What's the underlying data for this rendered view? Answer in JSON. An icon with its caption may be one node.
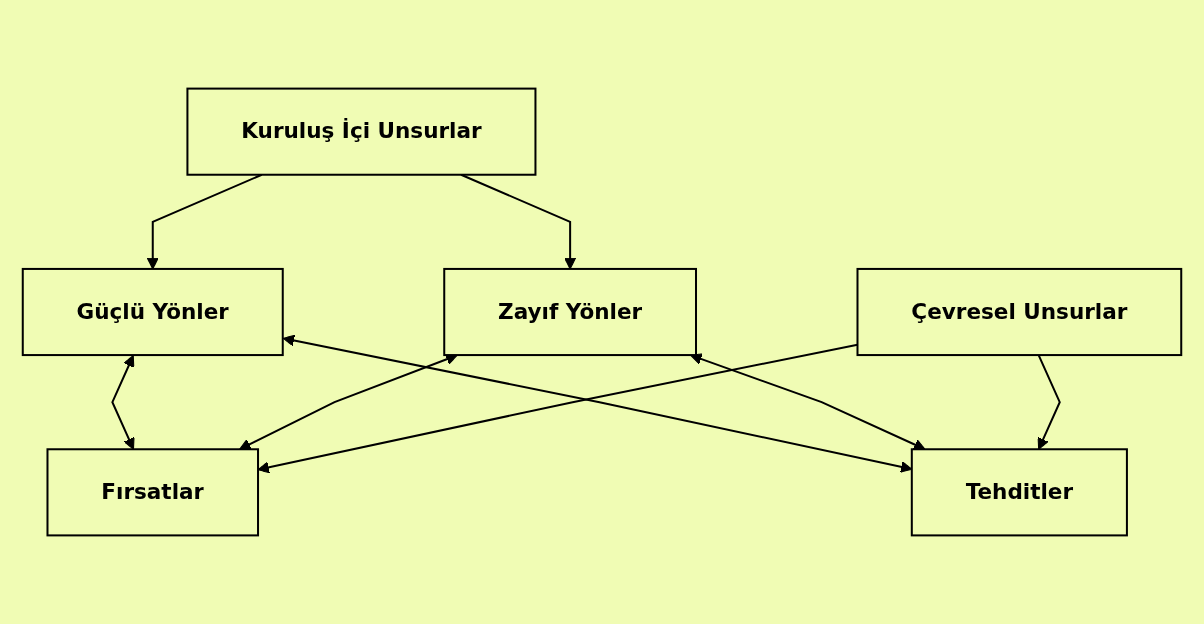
{
  "diagram": {
    "nodes": [
      {
        "text": [
          "Kuruluş İçi Unsurlar"
        ]
      },
      {
        "text": [
          "Güçlü Yönler"
        ]
      },
      {
        "text": [
          "Zayıf Yönler"
        ]
      },
      {
        "text": [
          "Fırsatlar"
        ]
      },
      {
        "text": [
          "Tehditler"
        ]
      },
      {
        "text": [
          "Çevresel Unsurlar"
        ]
      }
    ],
    "edges": [
      {
        "from": 0,
        "to": 1,
        "arrow": "to"
      },
      {
        "from": 0,
        "to": 2,
        "arrow": "to"
      },
      {
        "from": 1,
        "to": 3,
        "arrow": "both"
      },
      {
        "from": 1,
        "to": 4,
        "arrow": "both"
      },
      {
        "from": 2,
        "to": 3,
        "arrow": "both"
      },
      {
        "from": 2,
        "to": 4,
        "arrow": "both"
      },
      {
        "from": 5,
        "to": 3,
        "arrow": "to"
      },
      {
        "from": 5,
        "to": 4,
        "arrow": "to"
      }
    ]
  }
}
